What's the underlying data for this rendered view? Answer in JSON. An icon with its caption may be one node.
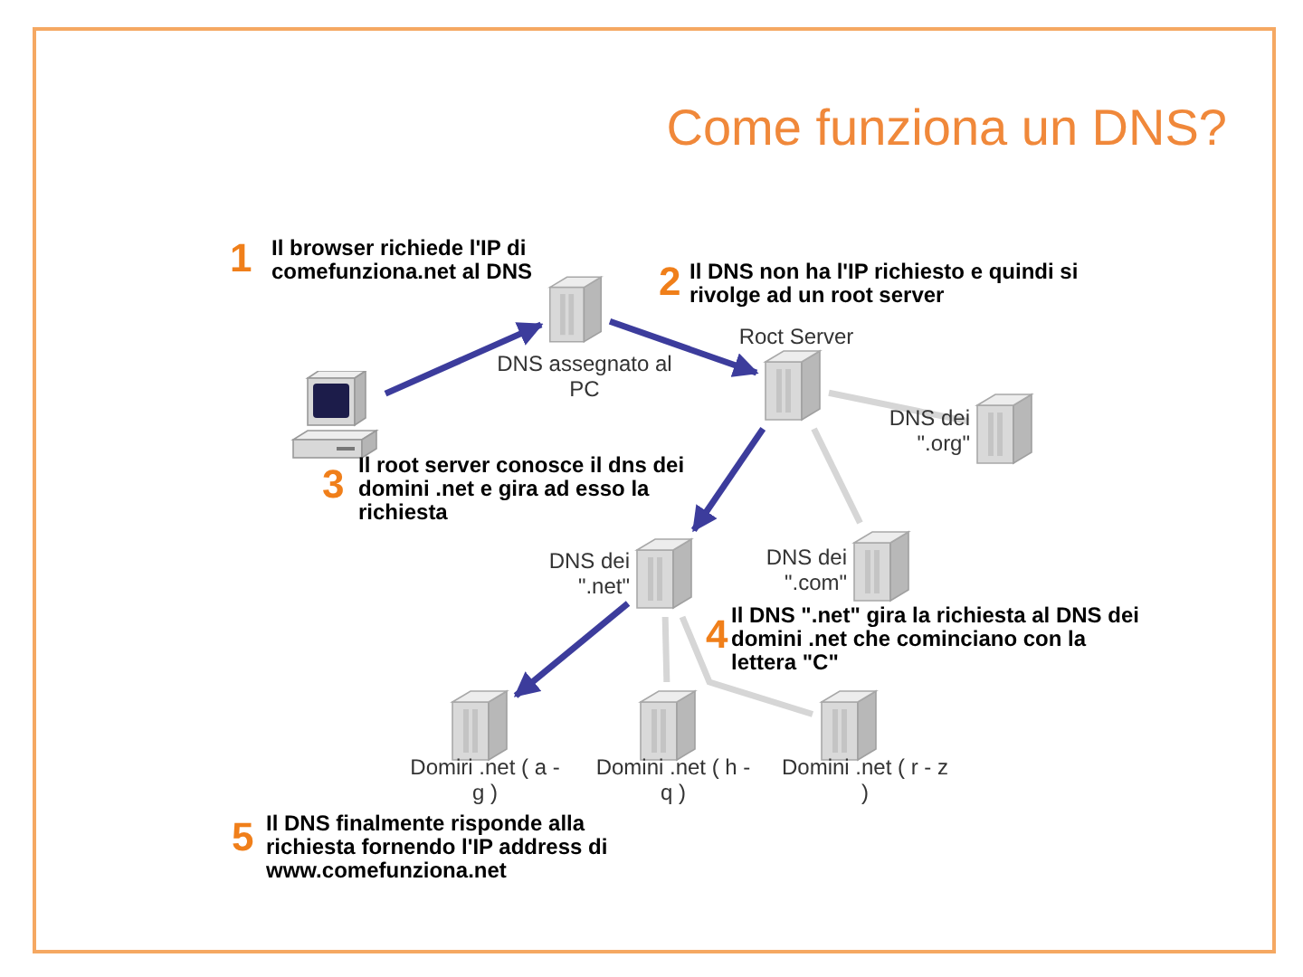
{
  "diagram": {
    "title": "Come funziona un DNS?",
    "nodes": [
      {
        "text": [],
        "shape": "picture"
      },
      {
        "text": [],
        "shape": "picture",
        "beside": [
          "DNS assegnato al PC"
        ]
      },
      {
        "text": [],
        "shape": "picture",
        "beside": [
          "Roct Server"
        ]
      },
      {
        "text": [],
        "shape": "picture",
        "beside": [
          "DNS dei \".org\""
        ]
      },
      {
        "text": [],
        "shape": "picture",
        "beside": [
          "DNS dei \".net\""
        ]
      },
      {
        "text": [],
        "shape": "picture",
        "beside": [
          "DNS dei \".com\""
        ]
      },
      {
        "text": [],
        "shape": "picture",
        "beside": [
          "Domiri .net ( a - g )"
        ]
      },
      {
        "text": [],
        "shape": "picture",
        "beside": [
          "Domini .net ( h - q )"
        ]
      },
      {
        "text": [],
        "shape": "picture",
        "beside": [
          "Domini .net ( r - z )"
        ]
      }
    ],
    "edges": [
      {
        "from": 0,
        "to": 1,
        "arrow": "to"
      },
      {
        "from": 1,
        "to": 2,
        "arrow": "to"
      },
      {
        "from": 2,
        "to": 3,
        "arrow": "none",
        "color": "#d6d6d6"
      },
      {
        "from": 2,
        "to": 4,
        "arrow": "to"
      },
      {
        "from": 2,
        "to": 5,
        "arrow": "none",
        "color": "#d6d6d6"
      },
      {
        "from": 4,
        "to": 6,
        "arrow": "to"
      },
      {
        "from": 4,
        "to": 7,
        "arrow": "none",
        "color": "#d6d6d6"
      },
      {
        "from": 4,
        "to": 8,
        "arrow": "none",
        "color": "#d6d6d6"
      }
    ],
    "labels": [
      "1",
      "Il browser richiede l'IP di comefunziona.net al DNS",
      "2",
      "Il DNS non ha l'IP richiesto e quindi si rivolge ad un root server",
      "3",
      "Il root server conosce il dns dei domini .net e gira ad esso la richiesta",
      "4",
      "Il DNS \".net\" gira la richiesta al DNS dei domini .net che cominciano con la lettera \"C\"",
      "5",
      "Il DNS finalmente risponde alla richiesta fornendo l'IP address di www.comefunziona.net"
    ]
  }
}
